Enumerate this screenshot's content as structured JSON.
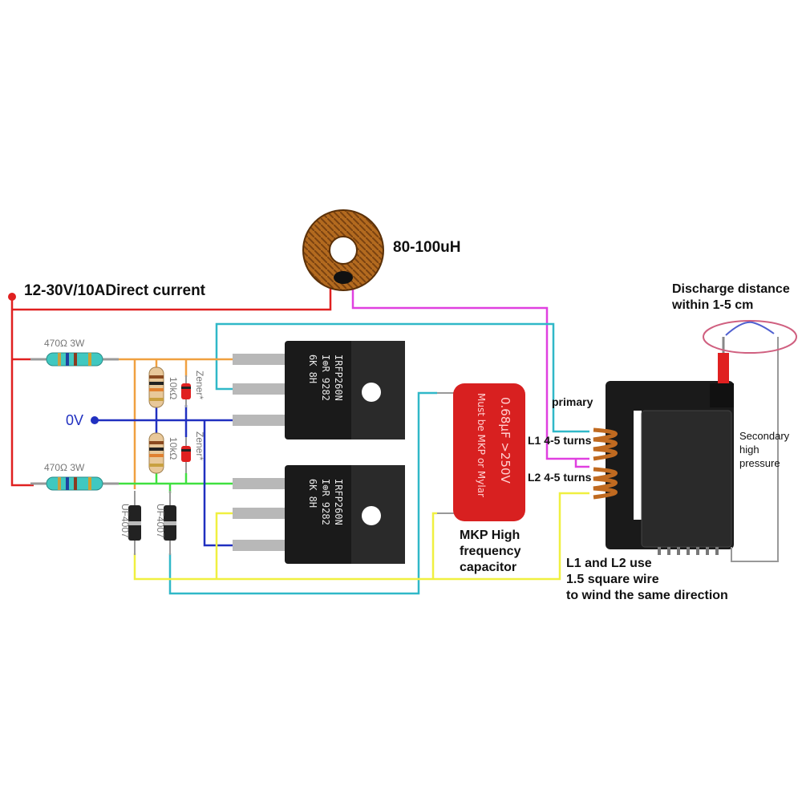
{
  "labels": {
    "supply": "12-30V/10ADirect current",
    "inductor": "80-100uH",
    "zero_volt": "0V",
    "resistor_top": "470Ω 3W",
    "resistor_bottom": "470Ω 3W",
    "resistor_10k_a": "10kΩ",
    "resistor_10k_b": "10kΩ",
    "zener_a": "Zener*",
    "zener_b": "Zener*",
    "diode_a": "UF4007",
    "diode_b": "UF4007",
    "mosfet_top": [
      "IRFP260N",
      "I⊕R 9282",
      "6K     8H"
    ],
    "mosfet_bottom": [
      "IRFP260N",
      "I⊕R 9282",
      "6K     8H"
    ],
    "capacitor_line1": "0.68μF >250V",
    "capacitor_line2": "Must be MKP or Mylar",
    "capacitor_caption": [
      "MKP High",
      "frequency",
      "capacitor"
    ],
    "primary": "primary",
    "l1": "L1 4-5 turns",
    "l2": "L2 4-5 turns",
    "l1l2_note": [
      "L1 and L2 use",
      "1.5 square wire",
      "to wind the same direction"
    ],
    "discharge": [
      "Discharge distance",
      "within 1-5 cm"
    ],
    "secondary": [
      "Secondary",
      "high",
      "pressure"
    ]
  },
  "colors": {
    "red_wire": "#e02020",
    "blue_wire": "#2030c0",
    "cyan_wire": "#30b8c8",
    "magenta_wire": "#e040e0",
    "orange_wire": "#f0a040",
    "green_wire": "#40e040",
    "yellow_wire": "#f0f040",
    "capacitor": "#d82020",
    "mosfet": "#1a1a1a"
  }
}
